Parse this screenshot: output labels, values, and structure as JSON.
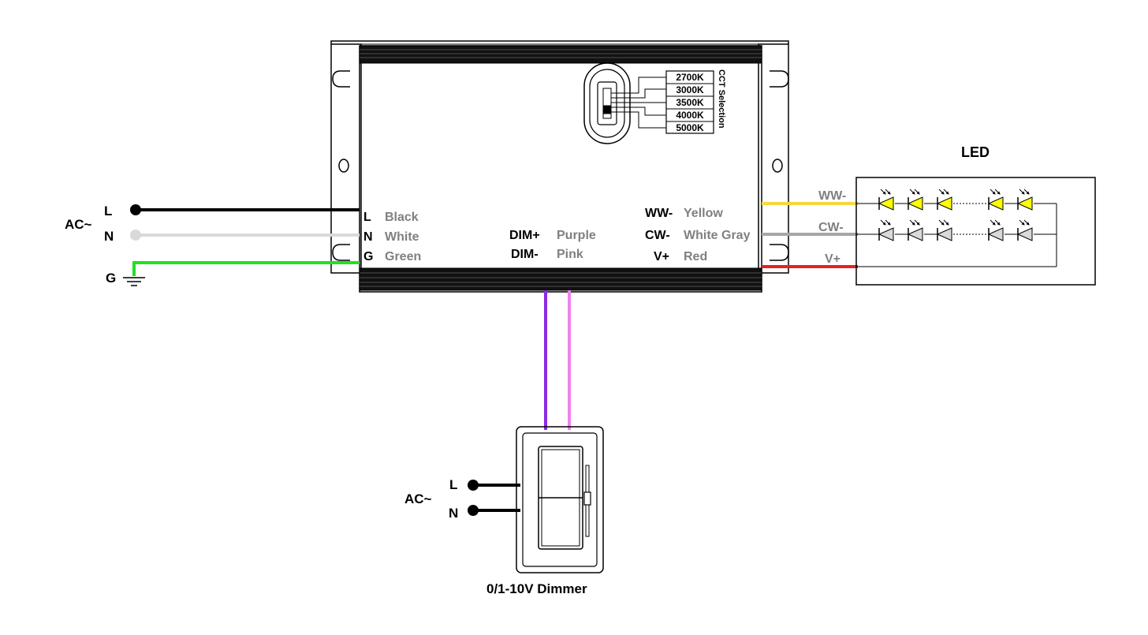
{
  "driver": {
    "cct_title": "CCT Selection",
    "cct_options": [
      "2700K",
      "3000K",
      "3500K",
      "4000K",
      "5000K"
    ],
    "input_terminals": [
      {
        "code": "L",
        "color_name": "Black"
      },
      {
        "code": "N",
        "color_name": "White"
      },
      {
        "code": "G",
        "color_name": "Green"
      }
    ],
    "dim_terminals": [
      {
        "code": "DIM+",
        "color_name": "Purple"
      },
      {
        "code": "DIM-",
        "color_name": "Pink"
      }
    ],
    "output_terminals": [
      {
        "code": "WW-",
        "color_name": "Yellow"
      },
      {
        "code": "CW-",
        "color_name": "White Gray"
      },
      {
        "code": "V+",
        "color_name": "Red"
      }
    ]
  },
  "ac_input": {
    "label": "AC~",
    "line": "L",
    "neutral": "N",
    "ground": "G"
  },
  "led": {
    "title": "LED",
    "line_labels": [
      "WW-",
      "CW-",
      "V+"
    ],
    "ww_color": "#ffff00",
    "cw_color": "#d9d9d9"
  },
  "dimmer": {
    "label": "0/1-10V Dimmer",
    "ac_label": "AC~",
    "line": "L",
    "neutral": "N"
  },
  "wire_colors": {
    "black": "#000000",
    "white": "#d9d9d9",
    "green": "#22e022",
    "purple": "#8a2be2",
    "pink": "#ee82ee",
    "yellow": "#f5d742",
    "gray": "#a6a6a6",
    "red": "#e82020"
  }
}
